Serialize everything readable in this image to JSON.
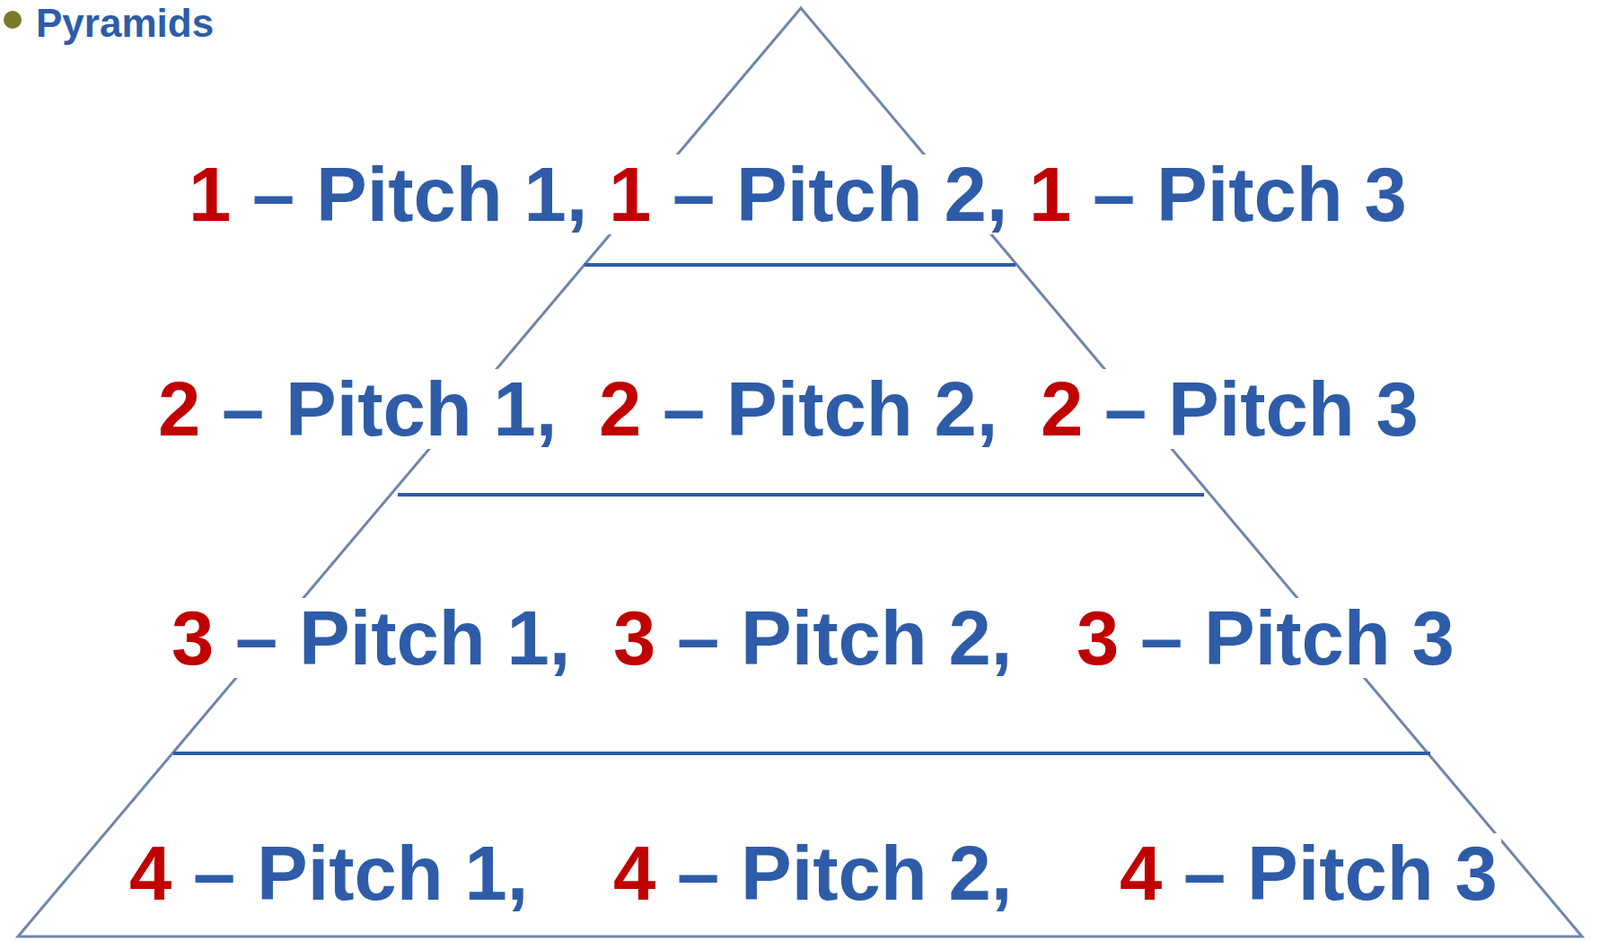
{
  "diagram": {
    "title": "Pyramids",
    "nodes": [
      {
        "text": [
          "1",
          "– Pitch 1,",
          "1",
          "– Pitch 2,",
          "1",
          "– Pitch 3"
        ]
      },
      {
        "text": [
          "2",
          "– Pitch 1,",
          "2",
          "– Pitch 2,",
          "2",
          "– Pitch 3"
        ]
      },
      {
        "text": [
          "3",
          "– Pitch 1,",
          "3",
          "– Pitch 2,",
          "3",
          "– Pitch 3"
        ]
      },
      {
        "text": [
          "4",
          "– Pitch 1,",
          "4",
          "– Pitch 2,",
          "4",
          "– Pitch 3"
        ]
      }
    ],
    "edges": []
  }
}
